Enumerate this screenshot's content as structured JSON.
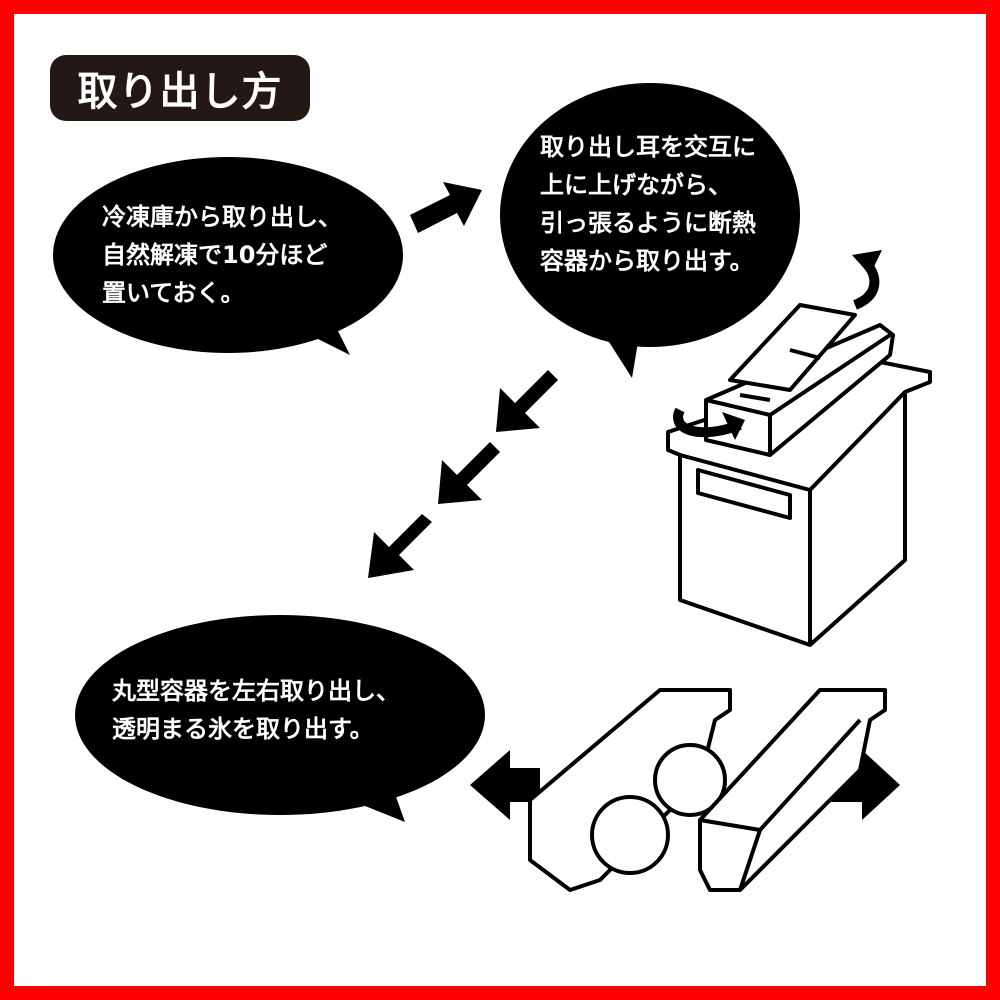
{
  "title": "取り出し方",
  "steps": [
    {
      "lines": [
        "冷凍庫から取り出し、",
        "自然解凍で10分ほど",
        "置いておく。"
      ]
    },
    {
      "lines": [
        "取り出し耳を交互に",
        "上に上げながら、",
        "引っ張るように断熱",
        "容器から取り出す。"
      ]
    },
    {
      "lines": [
        "丸型容器を左右取り出し、",
        "透明まる氷を取り出す。"
      ]
    }
  ],
  "colors": {
    "border": "#ff0000",
    "bubble": "#000000",
    "badge": "#231815"
  }
}
